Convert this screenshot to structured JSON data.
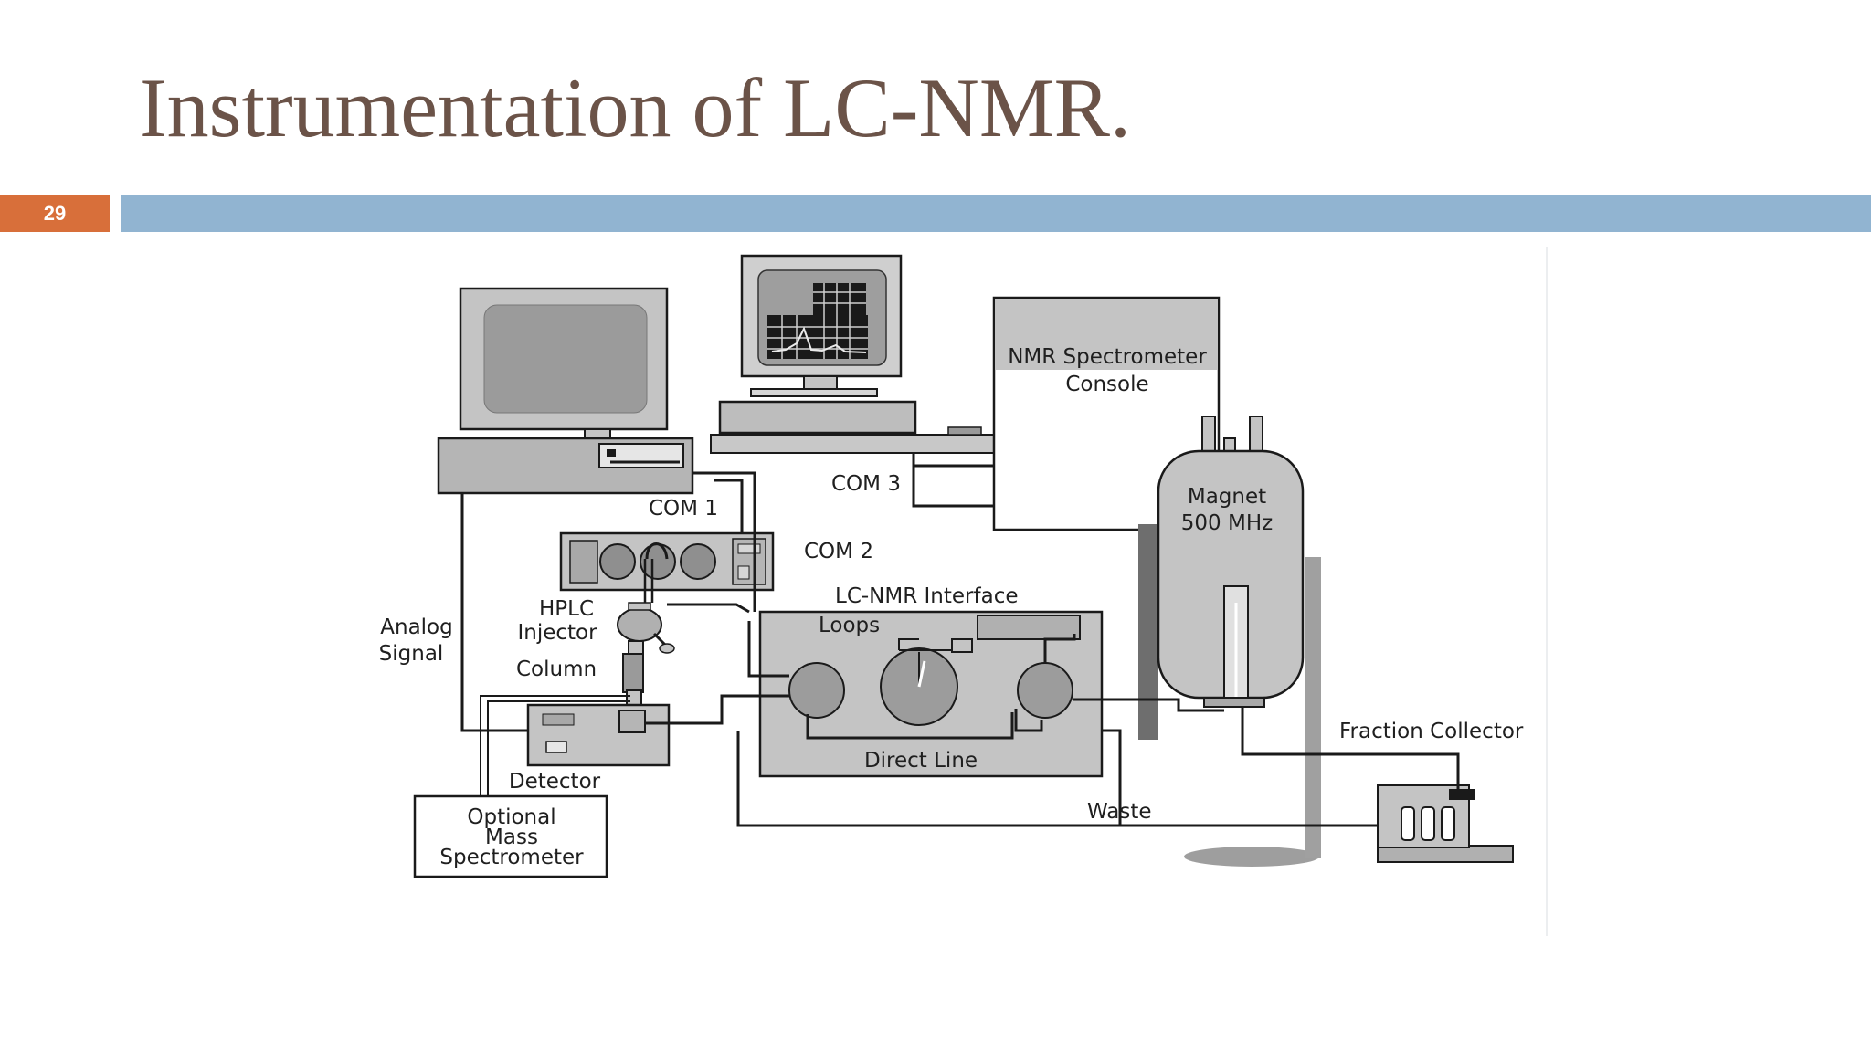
{
  "slide": {
    "title": "Instrumentation of LC-NMR.",
    "number": "29"
  },
  "colors": {
    "title": "#6b5348",
    "number_badge": "#d86f3a",
    "title_bar": "#91b4d1",
    "device_fill": "#c4c4c4",
    "line": "#1a1a1a"
  },
  "diagram": {
    "labels": {
      "nmr_console_line1": "NMR Spectrometer",
      "nmr_console_line2": "Console",
      "com3": "COM 3",
      "com1": "COM 1",
      "com2": "COM 2",
      "magnet_line1": "Magnet",
      "magnet_line2": "500 MHz",
      "lc_nmr_interface": "LC-NMR Interface",
      "loops": "Loops",
      "hplc_line1": "HPLC",
      "hplc_line2": "Injector",
      "analog_line1": "Analog",
      "analog_line2": "Signal",
      "column": "Column",
      "detector": "Detector",
      "direct_line": "Direct Line",
      "waste": "Waste",
      "fraction_collector": "Fraction Collector",
      "mass_line1": "Optional",
      "mass_line2": "Mass",
      "mass_line3": "Spectrometer"
    }
  }
}
